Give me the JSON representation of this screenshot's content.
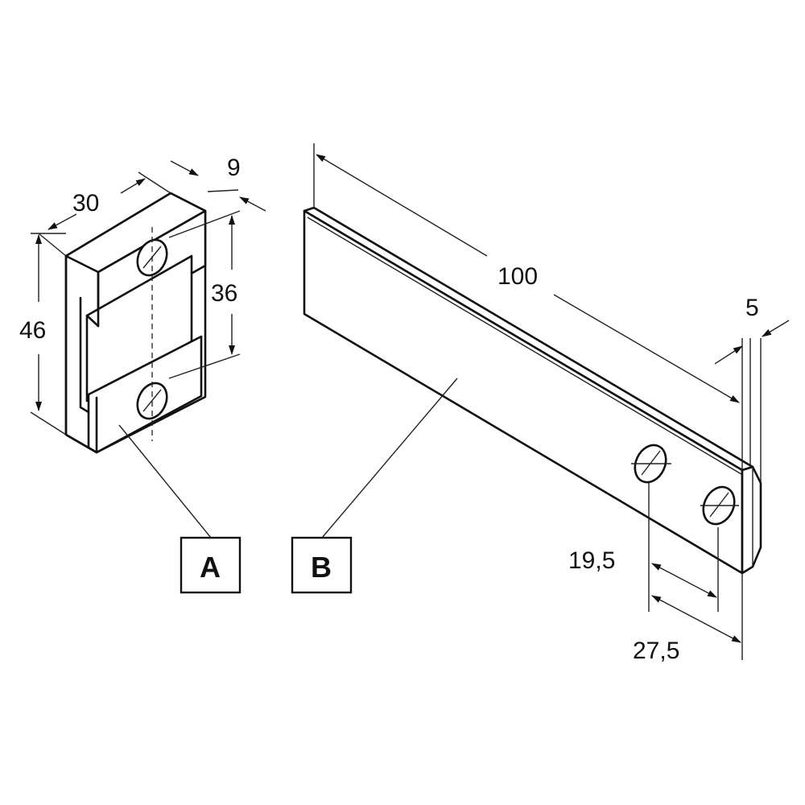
{
  "dimensions": {
    "a_width": "30",
    "a_depth": "9",
    "a_height": "46",
    "a_hole_spacing": "36",
    "b_length": "100",
    "b_thickness": "5",
    "b_hole_offset_1": "19,5",
    "b_hole_offset_2": "27,5"
  },
  "labels": {
    "part_a": "A",
    "part_b": "B"
  },
  "colors": {
    "ink": "#111111",
    "paper": "#ffffff"
  }
}
